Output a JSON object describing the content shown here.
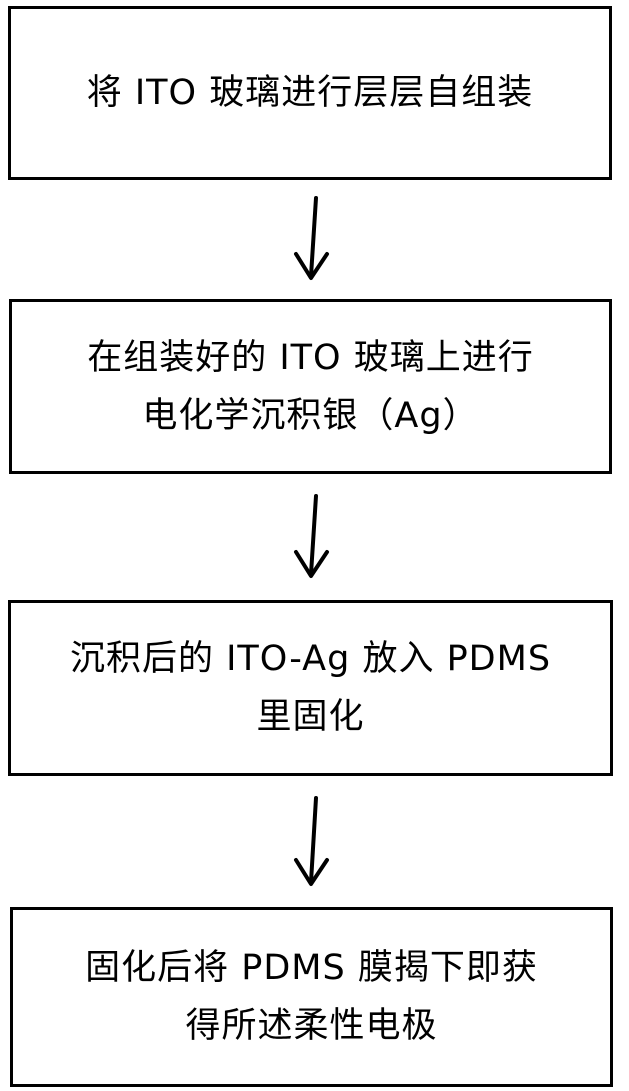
{
  "flowchart": {
    "steps": [
      {
        "lines": [
          "将 ITO 玻璃进行层层自组装"
        ]
      },
      {
        "lines": [
          "在组装好的 ITO 玻璃上进行",
          "电化学沉积银（Ag）"
        ]
      },
      {
        "lines": [
          "沉积后的 ITO-Ag 放入 PDMS",
          "里固化"
        ]
      },
      {
        "lines": [
          "固化后将 PDMS 膜揭下即获",
          "得所述柔性电极"
        ]
      }
    ],
    "connector_color": "#000000",
    "box_border_color": "#000000"
  }
}
